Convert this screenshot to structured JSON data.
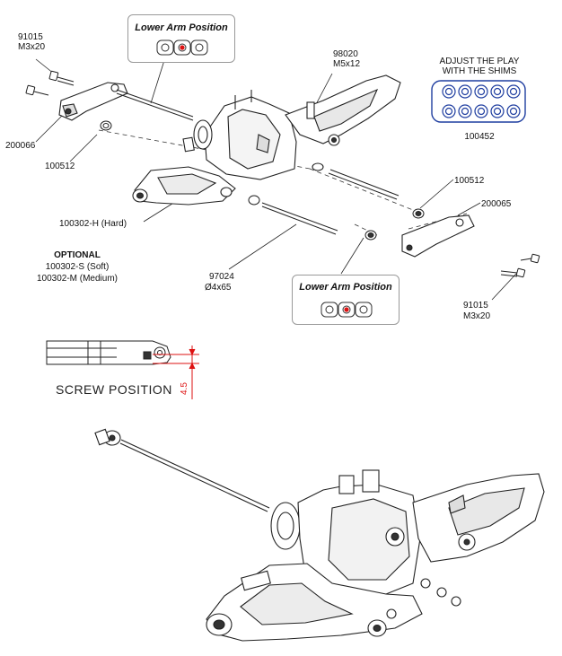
{
  "callout_top": {
    "title": "Lower Arm Position",
    "selected_slot": 2
  },
  "callout_bottom": {
    "title": "Lower Arm Position",
    "selected_slot": 2
  },
  "shim_note": {
    "line1": "ADJUST THE PLAY",
    "line2": "WITH THE SHIMS",
    "part": "100452"
  },
  "parts": {
    "screw_top_left": {
      "number": "91015",
      "size": "M3x20"
    },
    "mount_left": {
      "number": "200066"
    },
    "nut_left": {
      "number": "100512"
    },
    "screw_center": {
      "number": "98020",
      "size": "M5x12"
    },
    "nut_right": {
      "number": "100512"
    },
    "mount_right": {
      "number": "200065"
    },
    "arm": {
      "number": "100302-H (Hard)"
    },
    "optional_title": "OPTIONAL",
    "optional_soft": "100302-S (Soft)",
    "optional_medium": "100302-M (Medium)",
    "pin": {
      "number": "97024",
      "size": "Ø4x65"
    },
    "screw_bottom_right": {
      "number": "91015",
      "size": "M3x20"
    }
  },
  "screw_position": {
    "title": "SCREW POSITION",
    "dimension": "4.5"
  },
  "colors": {
    "accent": "#dd1111",
    "shim_blue": "#1f3ea0",
    "line": "#222222"
  }
}
